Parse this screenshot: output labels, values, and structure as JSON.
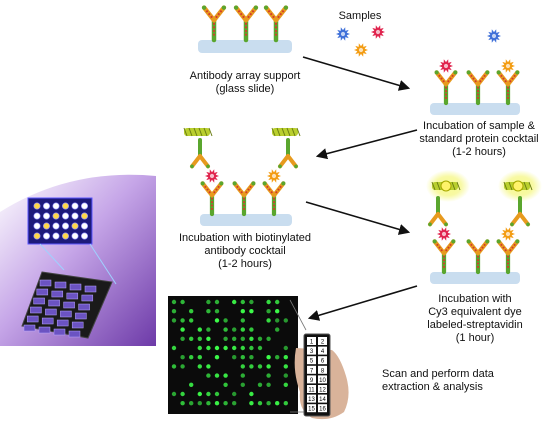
{
  "labels": {
    "samples": "Samples",
    "step1": [
      "Antibody array support",
      "(glass slide)"
    ],
    "step2": [
      "Incubation of sample &",
      "standard protein cocktail",
      "(1-2 hours)"
    ],
    "step3": [
      "Incubation with biotinylated",
      "antibody cocktail",
      "(1-2 hours)"
    ],
    "step4": [
      "Incubation with",
      "Cy3 equivalent dye",
      "labeled-streptavidin",
      "(1 hour)"
    ],
    "step5": [
      "Scan and perform data",
      "extraction & analysis"
    ]
  },
  "slide_numbers": [
    "1",
    "2",
    "3",
    "4",
    "5",
    "6",
    "7",
    "8",
    "9",
    "10",
    "11",
    "12",
    "13",
    "14",
    "15",
    "16"
  ],
  "colors": {
    "antibody_red": "#d33b2c",
    "antibody_orange": "#e79a1e",
    "antibody_green": "#5aa62e",
    "slide": "#c9ddef",
    "sample_blue": "#3e6fd8",
    "sample_red": "#e0234d",
    "sample_orange": "#f39c12",
    "biotin_green": "#b9cf2e",
    "glow": "#f3f578",
    "spot_green": "#3dff4a",
    "purple": "#7a4bb0"
  }
}
